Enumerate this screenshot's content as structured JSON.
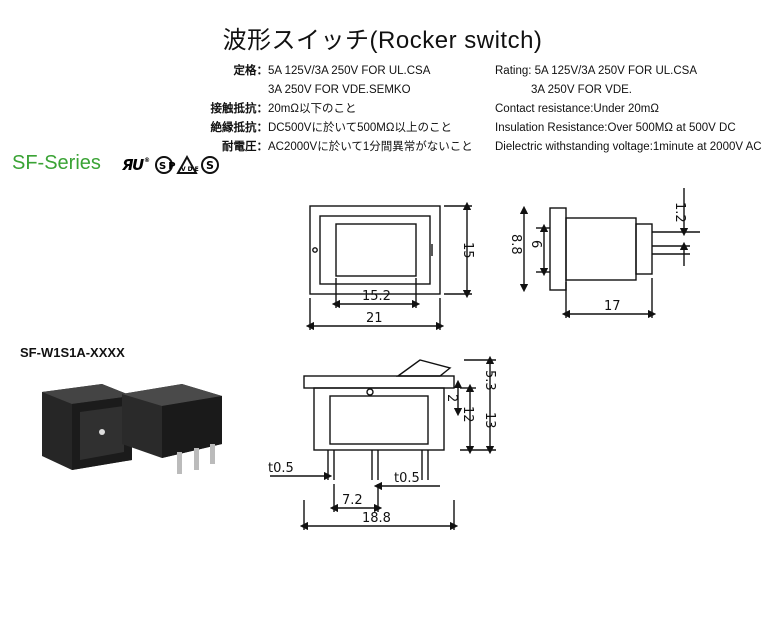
{
  "title": "波形スイッチ(Rocker switch)",
  "jp_specs": {
    "rating_key": "定格：",
    "rating_value_1": "5A 125V/3A 250V FOR UL.CSA",
    "rating_value_2": "3A 250V FOR VDE.SEMKO",
    "contact_key": "接触抵抗：",
    "contact_value": "20mΩ以下のこと",
    "insulation_key": "絶縁抵抗：",
    "insulation_value": "DC500Vに於いて500MΩ以上のこと",
    "voltage_key": "耐電圧：",
    "voltage_value": "AC2000Vに於いて1分間異常がないこと"
  },
  "en_specs": {
    "rating_1": "Rating: 5A 125V/3A 250V FOR UL.CSA",
    "rating_2": "3A 250V FOR VDE.",
    "contact": "Contact resistance:Under 20mΩ",
    "insulation": "Insulation Resistance:Over 500MΩ at 500V DC",
    "dielectric": "Dielectric withstanding voltage:1minute at 2000V AC"
  },
  "series": {
    "label": "SF-Series",
    "color": "#3aa335",
    "cert_icons": [
      "ul-icon",
      "csa-icon",
      "vde-icon",
      "semko-icon"
    ]
  },
  "part_number": "SF-W1S1A-XXXX",
  "dimensions": {
    "front_inner_width": "15.2",
    "front_outer_width": "21",
    "front_height": "15",
    "side_body_height": "8.8",
    "side_terminal_height": "6",
    "side_top": "1.2",
    "side_depth": "17",
    "bottom_overall": "5.3",
    "bottom_offset": "2",
    "bottom_inner": "12",
    "bottom_height": "13",
    "terminal_thickness_left": "t0.5",
    "terminal_thickness_right": "t0.5",
    "terminal_pitch": "7.2",
    "bottom_width": "18.8"
  }
}
